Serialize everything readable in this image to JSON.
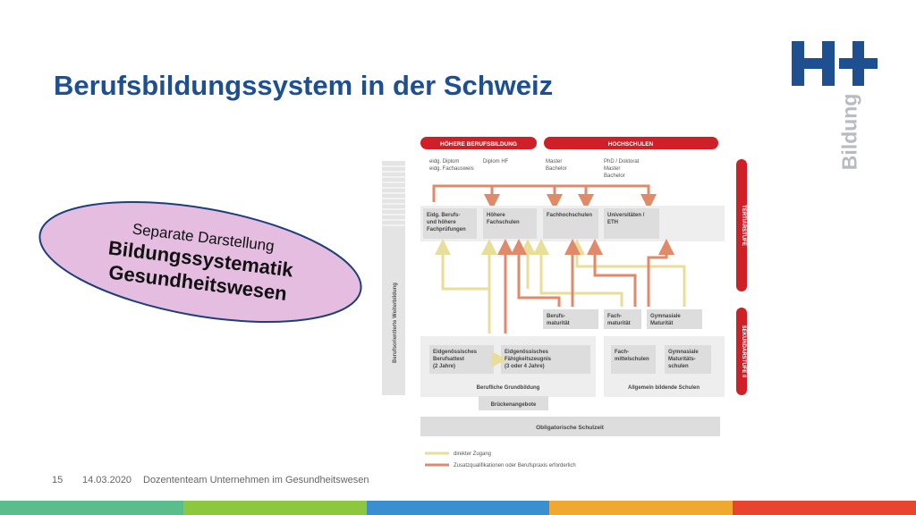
{
  "slide": {
    "title": "Berufsbildungssystem in der Schweiz",
    "logo_text": "Bildung",
    "brand_color": "#1d4f91"
  },
  "highlight": {
    "line1": "Separate Darstellung",
    "line2": "Bildungssystematik",
    "line3": "Gesundheitswesen",
    "fill": "#e4bde0"
  },
  "diagram": {
    "headers": {
      "hbb": "HÖHERE BERUFSBILDUNG",
      "hs": "HOCHSCHULEN"
    },
    "degrees": {
      "col1": [
        "eidg. Diplom",
        "eidg. Fachausweis"
      ],
      "col2": [
        "Diplom HF"
      ],
      "col3": [
        "Master",
        "Bachelor"
      ],
      "col4": [
        "PhD / Doktorat",
        "Master",
        "Bachelor"
      ]
    },
    "tertiary": {
      "b1": [
        "Eidg. Berufs-",
        "und höhere",
        "Fachprüfungen"
      ],
      "b2": [
        "Höhere",
        "Fachschulen"
      ],
      "b3": [
        "Fachhochschulen"
      ],
      "b4": [
        "Universitäten /",
        "ETH"
      ]
    },
    "maturity": {
      "m1": [
        "Berufs-",
        "maturität"
      ],
      "m2": [
        "Fach-",
        "maturität"
      ],
      "m3": [
        "Gymnasiale",
        "Maturität"
      ]
    },
    "secondary": {
      "s1": [
        "Eidgenössisches",
        "Berufsattest",
        "(2 Jahre)"
      ],
      "s2": [
        "Eidgenössisches",
        "Fähigkeitszeugnis",
        "(3 oder 4 Jahre)"
      ],
      "s3": [
        "Fach-",
        "mittelschulen"
      ],
      "s4": [
        "Gymnasiale",
        "Maturitäts-",
        "schulen"
      ]
    },
    "groups": {
      "berufliche": "Berufliche Grundbildung",
      "allgemein": "Allgemein bildende Schulen"
    },
    "bridge": "Brückenangebote",
    "compulsory": "Obligatorische Schulzeit",
    "side_left": "Berufsorientierte Weiterbildung",
    "side_tertiary": "TERTIÄRSTUFE",
    "side_secondary": "SEKUNDARSTUFE II",
    "legend": {
      "direct": "direkter Zugang",
      "additional": "Zusatzqualifikationen oder Berufspraxis erforderlich"
    },
    "colors": {
      "red": "#cf2027",
      "orange": "#e08a6a",
      "yellow": "#e8de9a"
    }
  },
  "footer": {
    "page": "15",
    "date": "14.03.2020",
    "author": "Dozententeam Unternehmen im Gesundheitswesen"
  },
  "bottom_bar_colors": [
    "#5bbd8b",
    "#8dc63f",
    "#3a8fd1",
    "#f0a830",
    "#e8442e"
  ]
}
